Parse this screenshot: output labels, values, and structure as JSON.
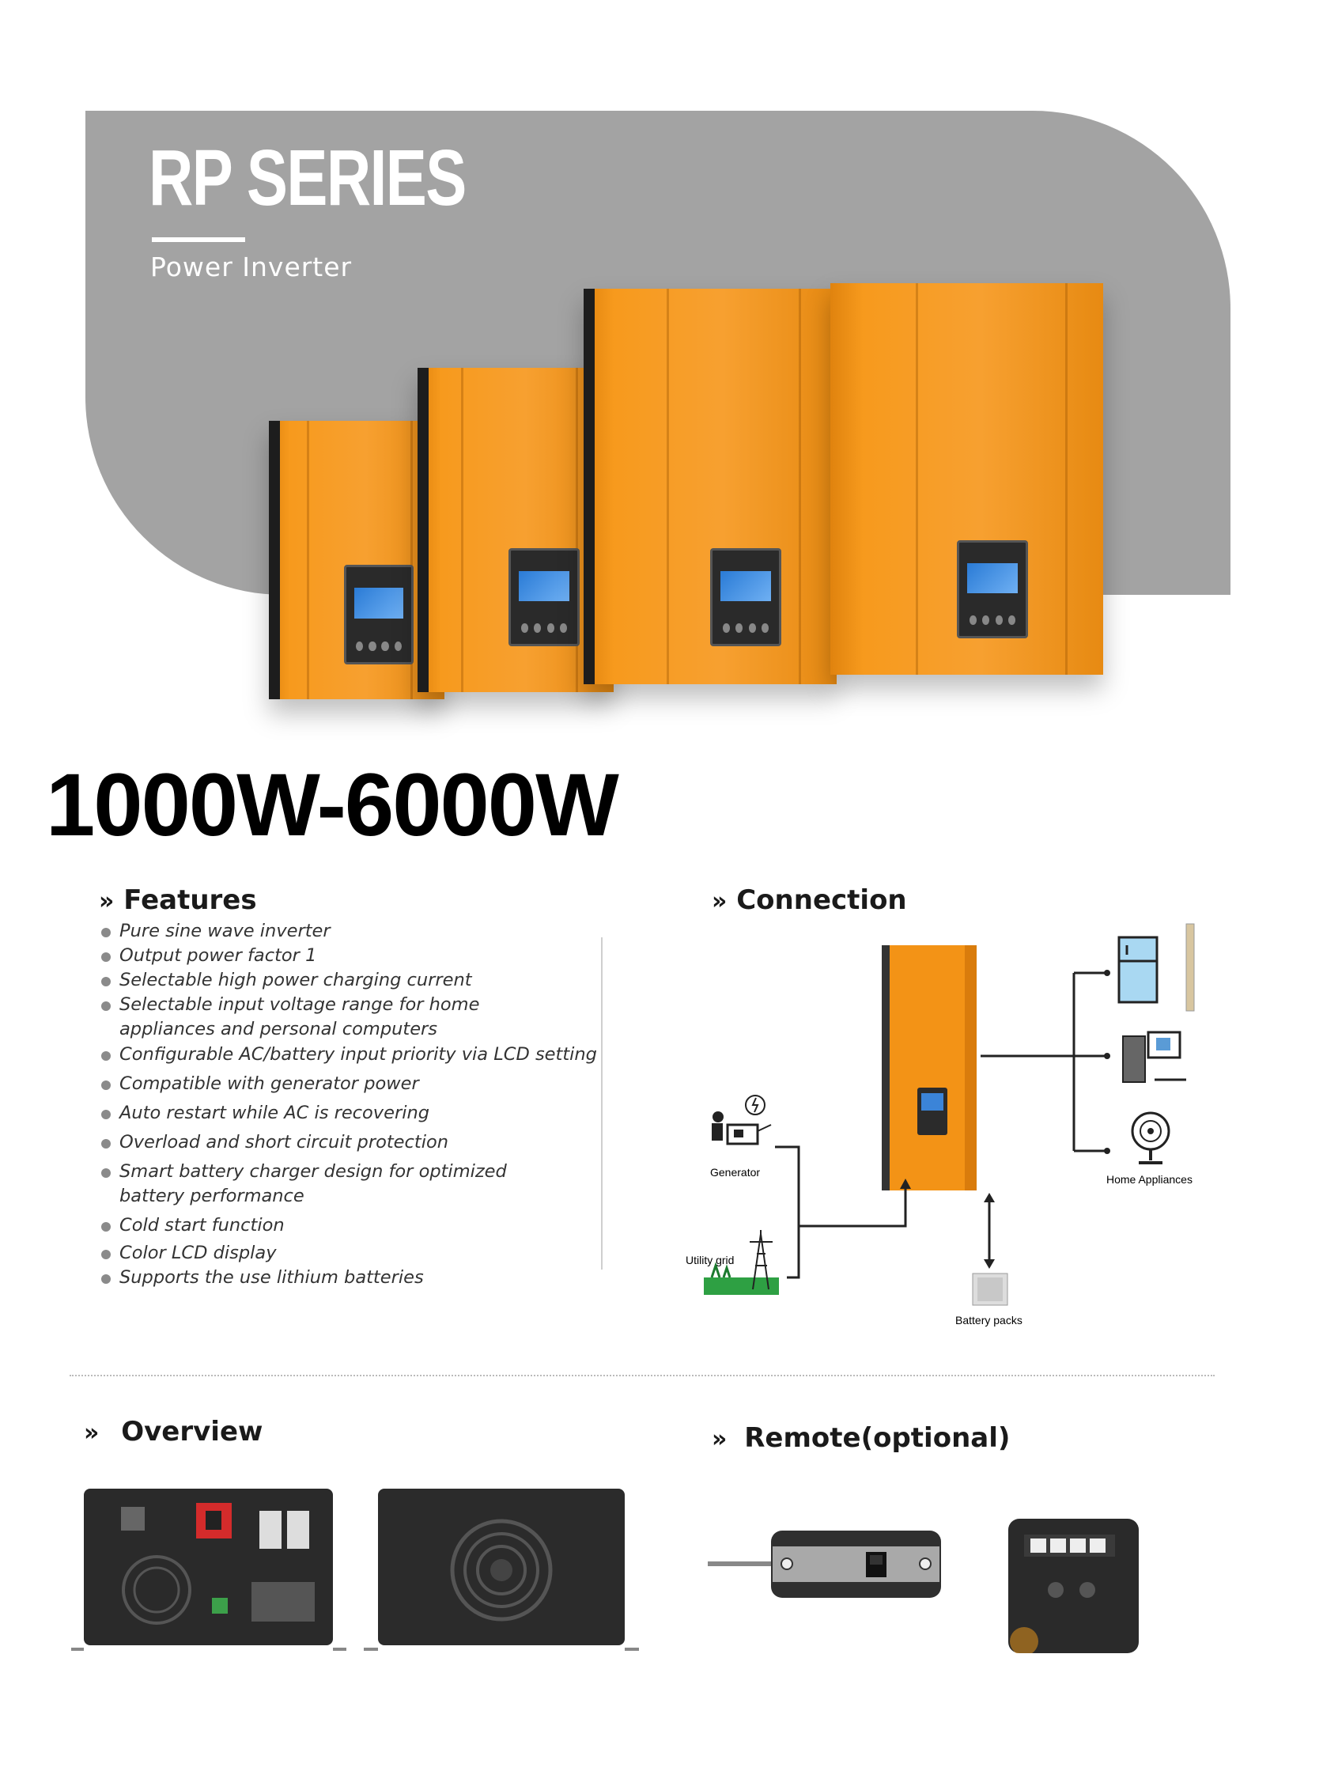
{
  "header": {
    "series_title": "RP SERIES",
    "subtitle": "Power Inverter"
  },
  "range_title": "1000W-6000W",
  "features": {
    "heading": "Features",
    "items": [
      "Pure sine wave inverter",
      "Output power factor 1",
      "Selectable high power charging current",
      "Selectable input voltage range for home appliances and personal computers",
      "Configurable AC/battery input priority via LCD setting",
      "Compatible with generator power",
      "Auto restart while AC is recovering",
      "Overload and short circuit protection",
      "Smart battery charger design for optimized battery performance",
      "Cold start function",
      "Color LCD display",
      "Supports the use lithium batteries"
    ]
  },
  "connection": {
    "heading": "Connection",
    "labels": {
      "generator": "Generator",
      "utility_grid": "Utility grid",
      "battery_packs": "Battery packs",
      "home_appliances": "Home Appliances"
    }
  },
  "overview": {
    "heading": "Overview"
  },
  "remote": {
    "heading": "Remote(optional)"
  },
  "colors": {
    "panel_grey": "#a3a3a3",
    "inverter_orange": "#f79a1d",
    "lcd_blue": "#2a7bd6",
    "text_dark": "#1a1a1a"
  },
  "icons": [
    "chevron-double-right-icon",
    "fridge-icon",
    "computer-icon",
    "fan-icon",
    "generator-icon",
    "transmission-tower-icon",
    "battery-pack-icon"
  ]
}
